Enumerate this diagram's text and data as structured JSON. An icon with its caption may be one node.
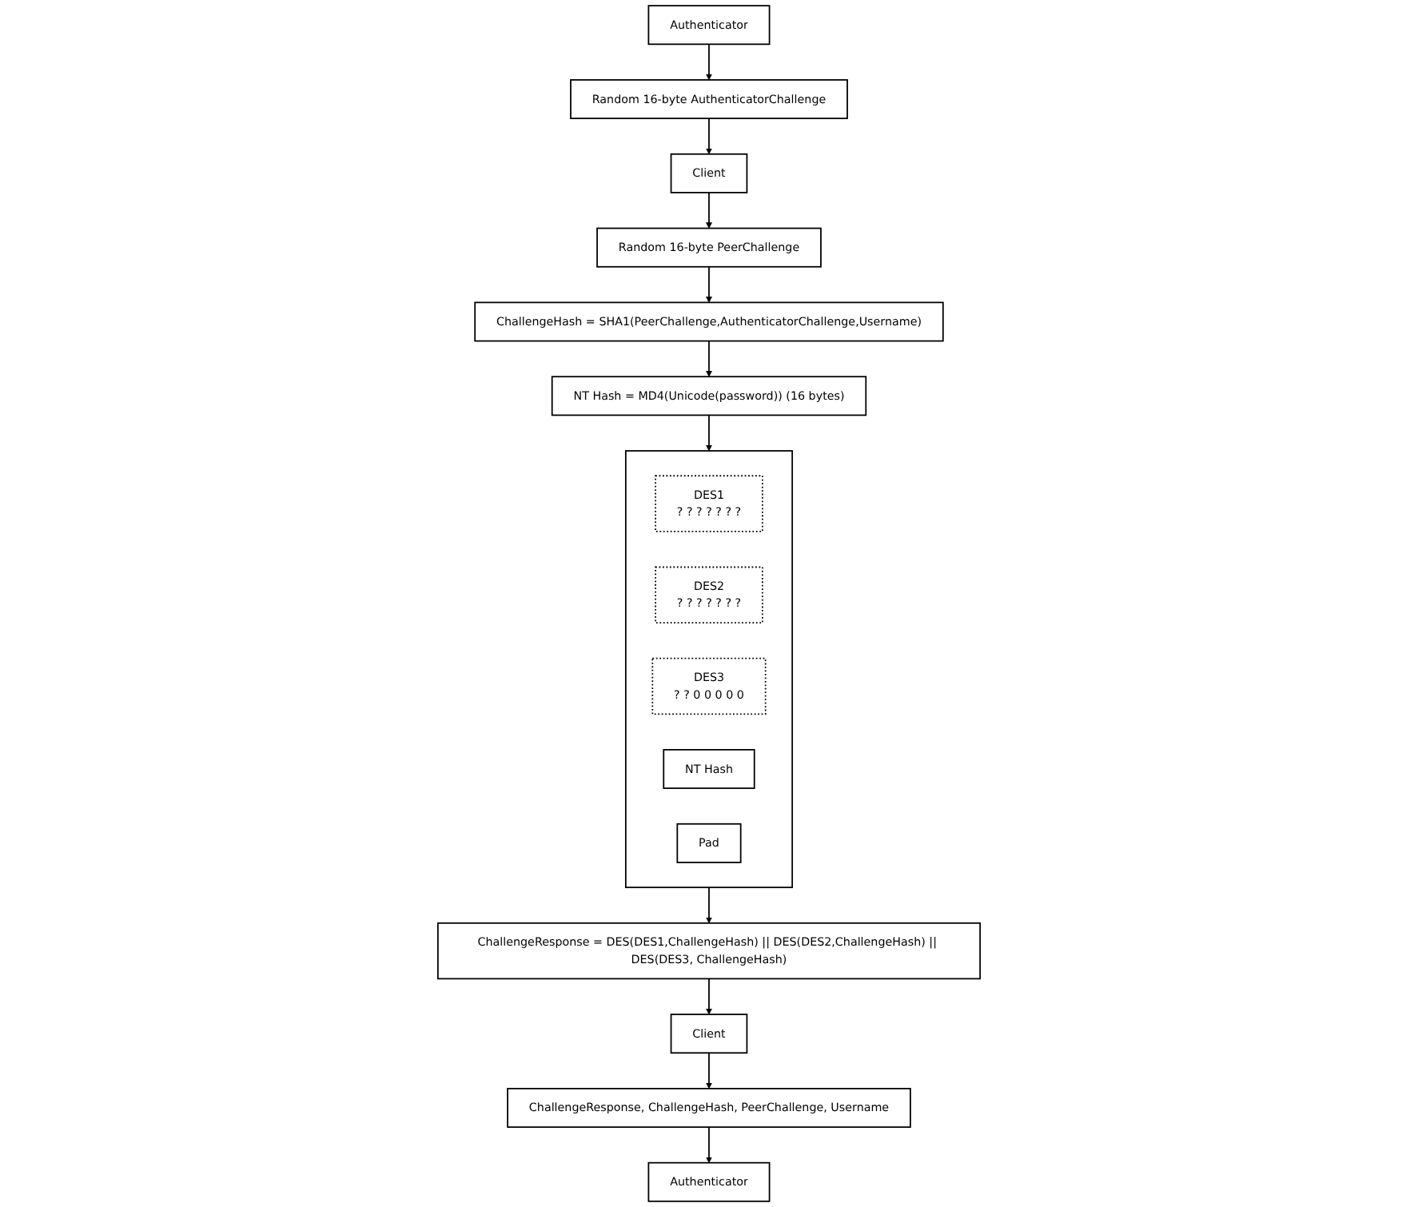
{
  "diagram": {
    "nodes": [
      {
        "text": [
          "Client"
        ]
      },
      {
        "text": [
          "Random 16-byte AuthenticatorChallenge"
        ]
      },
      {
        "text": [
          "Authenticator"
        ]
      },
      {
        "text": [
          "Random 16-byte PeerChallenge"
        ]
      },
      {
        "text": [
          "ChallengeHash = SHA1(PeerChallenge,AuthenticatorChallenge,Username)"
        ]
      },
      {
        "text": [
          "NT Hash = MD4(Unicode(password)) (16 bytes)"
        ]
      },
      {
        "text": [],
        "shape": "box"
      },
      {
        "text": [
          "DES1",
          "? ? ? ? ? ? ?"
        ],
        "in": 6
      },
      {
        "text": [
          "DES2",
          "? ? ? ? ? ? ?"
        ],
        "in": 6
      },
      {
        "text": [
          "DES3",
          "? ? 0 0 0 0 0"
        ],
        "in": 6
      },
      {
        "text": [
          "NT Hash"
        ],
        "in": 6
      },
      {
        "text": [
          "Pad"
        ],
        "in": 6
      },
      {
        "text": [
          "ChallengeResponse = DES(DES1,ChallengeHash) || DES(DES2,ChallengeHash) || DES(DES3, ChallengeHash)"
        ]
      },
      {
        "text": [
          "Client"
        ]
      },
      {
        "text": [
          "ChallengeResponse, ChallengeHash, PeerChallenge, Username"
        ]
      },
      {
        "text": [
          "Authenticator"
        ]
      }
    ],
    "edges": [
      {
        "from": 2,
        "to": 1,
        "arrow": "to"
      },
      {
        "from": 1,
        "to": 0,
        "arrow": "to"
      },
      {
        "from": 0,
        "to": 3,
        "arrow": "to"
      },
      {
        "from": 3,
        "to": 4,
        "arrow": "to"
      },
      {
        "from": 4,
        "to": 5,
        "arrow": "to"
      },
      {
        "from": 5,
        "to": 6,
        "arrow": "to"
      },
      {
        "from": 6,
        "to": 12,
        "arrow": "to"
      },
      {
        "from": 12,
        "to": 13,
        "arrow": "to"
      },
      {
        "from": 13,
        "to": 14,
        "arrow": "to"
      },
      {
        "from": 14,
        "to": 15,
        "arrow": "to"
      }
    ]
  }
}
